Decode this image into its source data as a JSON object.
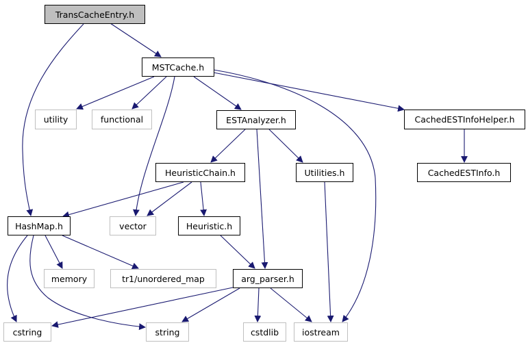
{
  "graph": {
    "nodes": {
      "trans_cache_entry": "TransCacheEntry.h",
      "mst_cache": "MSTCache.h",
      "utility": "utility",
      "functional": "functional",
      "est_analyzer": "ESTAnalyzer.h",
      "cached_est_info_helper": "CachedESTInfoHelper.h",
      "cached_est_info": "CachedESTInfo.h",
      "heuristic_chain": "HeuristicChain.h",
      "utilities": "Utilities.h",
      "hash_map": "HashMap.h",
      "vector": "vector",
      "heuristic": "Heuristic.h",
      "memory": "memory",
      "unordered_map": "tr1/unordered_map",
      "arg_parser": "arg_parser.h",
      "cstring": "cstring",
      "string": "string",
      "cstdlib": "cstdlib",
      "iostream": "iostream"
    },
    "edges": [
      [
        "TransCacheEntry.h",
        "MSTCache.h"
      ],
      [
        "TransCacheEntry.h",
        "HashMap.h"
      ],
      [
        "MSTCache.h",
        "utility"
      ],
      [
        "MSTCache.h",
        "functional"
      ],
      [
        "MSTCache.h",
        "vector"
      ],
      [
        "MSTCache.h",
        "ESTAnalyzer.h"
      ],
      [
        "MSTCache.h",
        "CachedESTInfoHelper.h"
      ],
      [
        "MSTCache.h",
        "iostream"
      ],
      [
        "ESTAnalyzer.h",
        "HeuristicChain.h"
      ],
      [
        "ESTAnalyzer.h",
        "arg_parser.h"
      ],
      [
        "ESTAnalyzer.h",
        "Utilities.h"
      ],
      [
        "CachedESTInfoHelper.h",
        "CachedESTInfo.h"
      ],
      [
        "HeuristicChain.h",
        "HashMap.h"
      ],
      [
        "HeuristicChain.h",
        "vector"
      ],
      [
        "HeuristicChain.h",
        "Heuristic.h"
      ],
      [
        "Utilities.h",
        "iostream"
      ],
      [
        "Heuristic.h",
        "arg_parser.h"
      ],
      [
        "HashMap.h",
        "cstring"
      ],
      [
        "HashMap.h",
        "string"
      ],
      [
        "HashMap.h",
        "memory"
      ],
      [
        "HashMap.h",
        "tr1/unordered_map"
      ],
      [
        "arg_parser.h",
        "cstring"
      ],
      [
        "arg_parser.h",
        "string"
      ],
      [
        "arg_parser.h",
        "cstdlib"
      ],
      [
        "arg_parser.h",
        "iostream"
      ]
    ],
    "colors": {
      "edge": "#191970",
      "root_fill": "#bfbfbf",
      "system_border": "#bfbfbf"
    }
  }
}
